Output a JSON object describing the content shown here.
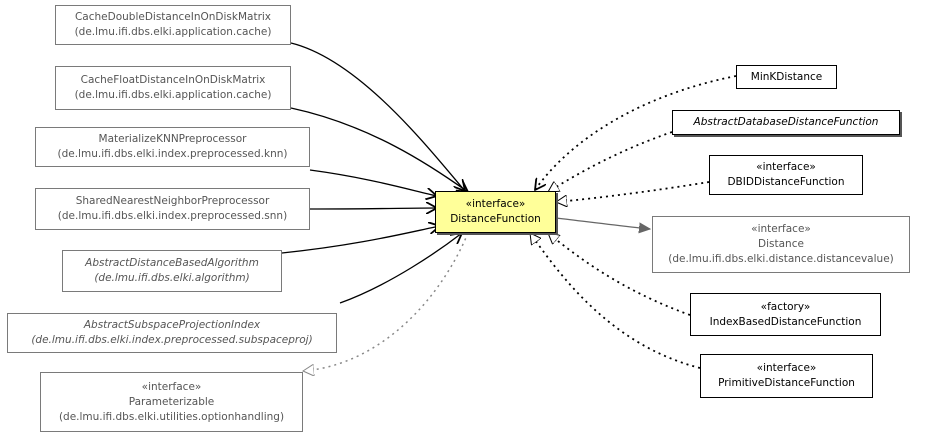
{
  "colors": {
    "focus_fill": "#ffff99",
    "gray_border": "#7a7a7a",
    "black_border": "#000000"
  },
  "center": {
    "stereotype": "«interface»",
    "name": "DistanceFunction"
  },
  "left_nodes": [
    {
      "name": "CacheDoubleDistanceInOnDiskMatrix",
      "package": "(de.lmu.ifi.dbs.elki.application.cache)"
    },
    {
      "name": "CacheFloatDistanceInOnDiskMatrix",
      "package": "(de.lmu.ifi.dbs.elki.application.cache)"
    },
    {
      "name": "MaterializeKNNPreprocessor",
      "package": "(de.lmu.ifi.dbs.elki.index.preprocessed.knn)"
    },
    {
      "name": "SharedNearestNeighborPreprocessor",
      "package": "(de.lmu.ifi.dbs.elki.index.preprocessed.snn)"
    },
    {
      "name": "AbstractDistanceBasedAlgorithm",
      "package": "(de.lmu.ifi.dbs.elki.algorithm)"
    },
    {
      "name": "AbstractSubspaceProjectionIndex",
      "package": "(de.lmu.ifi.dbs.elki.index.preprocessed.subspaceproj)"
    }
  ],
  "parameterizable": {
    "stereotype": "«interface»",
    "name": "Parameterizable",
    "package": "(de.lmu.ifi.dbs.elki.utilities.optionhandling)"
  },
  "right_nodes": {
    "minkdistance": {
      "name": "MinKDistance"
    },
    "abstract_db": {
      "name": "AbstractDatabaseDistanceFunction"
    },
    "dbid": {
      "stereotype": "«interface»",
      "name": "DBIDDistanceFunction"
    },
    "distance": {
      "stereotype": "«interface»",
      "name": "Distance",
      "package": "(de.lmu.ifi.dbs.elki.distance.distancevalue)"
    },
    "indexbased": {
      "stereotype": "«factory»",
      "name": "IndexBasedDistanceFunction"
    },
    "primitive": {
      "stereotype": "«interface»",
      "name": "PrimitiveDistanceFunction"
    }
  }
}
